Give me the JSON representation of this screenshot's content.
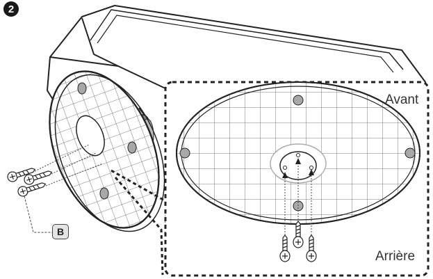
{
  "step": {
    "number": "2"
  },
  "labels": {
    "front": "Avant",
    "back": "Arrière",
    "screw_callout": "B"
  },
  "colors": {
    "line": "#222222",
    "rubber_foot": "#a8a8a8",
    "callout_fill": "#e4e4e4"
  }
}
